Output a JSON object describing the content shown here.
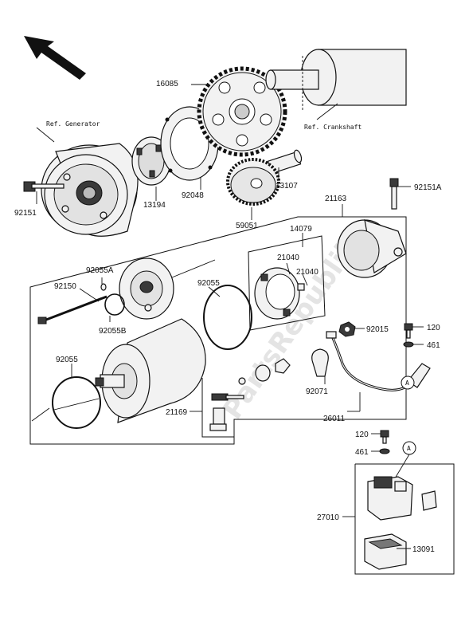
{
  "watermark": "PartsRepublik",
  "refs": {
    "generator": "Ref. Generator",
    "crankshaft": "Ref. Crankshaft"
  },
  "parts": {
    "p16085": "16085",
    "p13194": "13194",
    "p92048": "92048",
    "p13107": "13107",
    "p59051": "59051",
    "p92151": "92151",
    "p92151A": "92151A",
    "p21163": "21163",
    "p14079": "14079",
    "p21040a": "21040",
    "p21040b": "21040",
    "p92055A": "92055A",
    "p92150": "92150",
    "p92055B": "92055B",
    "p92055a": "92055",
    "p92055b": "92055",
    "p92015": "92015",
    "p120a": "120",
    "p461a": "461",
    "p92071": "92071",
    "p21169": "21169",
    "p26011": "26011",
    "p120b": "120",
    "p461b": "461",
    "p27010": "27010",
    "p13091": "13091"
  },
  "connectors": {
    "a1": "A",
    "a2": "A"
  }
}
